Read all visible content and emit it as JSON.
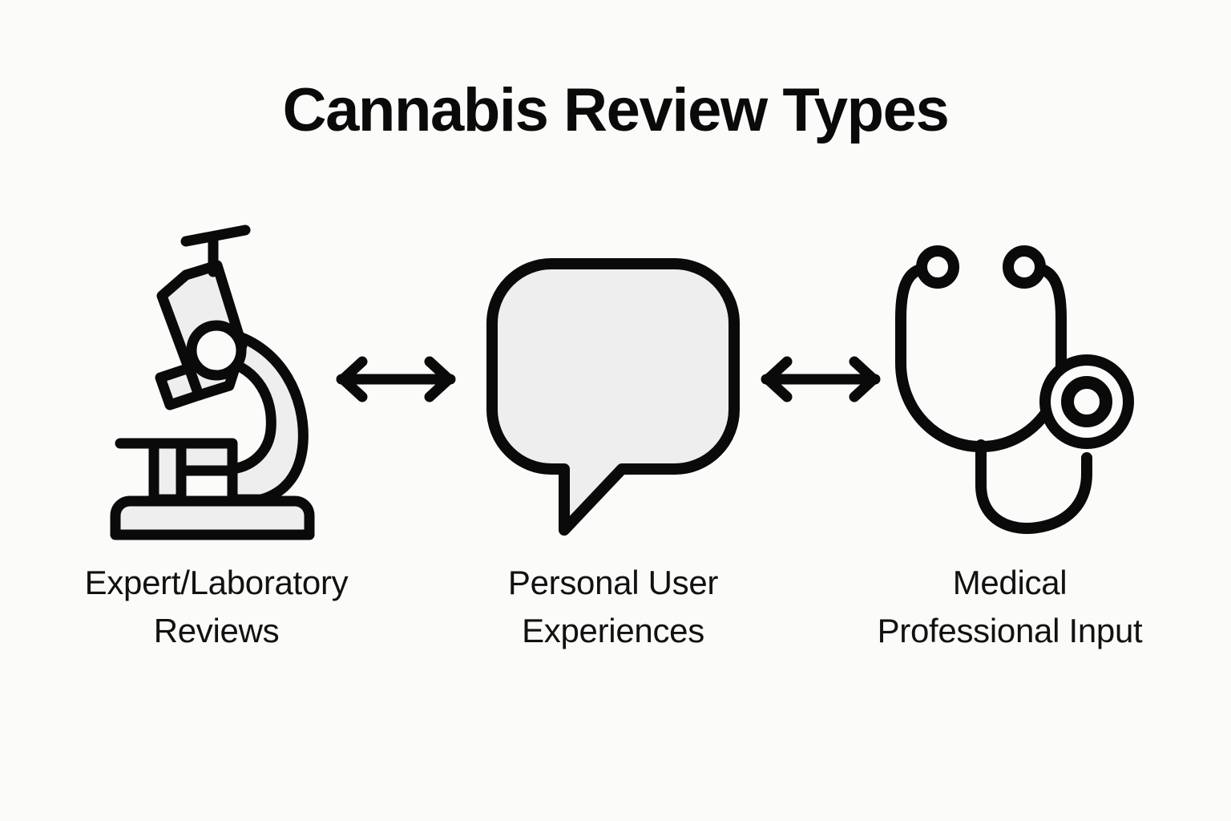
{
  "page": {
    "title": "Cannabis Review Types",
    "background_color": "#fbfbf9",
    "ink_color": "#0a0a0a",
    "icon_fill_color": "#eeeeee"
  },
  "columns": [
    {
      "id": "expert",
      "icon": "microscope-icon",
      "caption_line1": "Expert/Laboratory",
      "caption_line2": "Reviews"
    },
    {
      "id": "personal",
      "icon": "speech-bubble-icon",
      "caption_line1": "Personal User",
      "caption_line2": "Experiences"
    },
    {
      "id": "medical",
      "icon": "stethoscope-icon",
      "caption_line1": "Medical",
      "caption_line2": "Professional Input"
    }
  ],
  "connectors": [
    {
      "id": "connector-1",
      "icon": "double-arrow-icon",
      "label": "bidirectional arrow"
    },
    {
      "id": "connector-2",
      "icon": "double-arrow-icon",
      "label": "bidirectional arrow"
    }
  ]
}
